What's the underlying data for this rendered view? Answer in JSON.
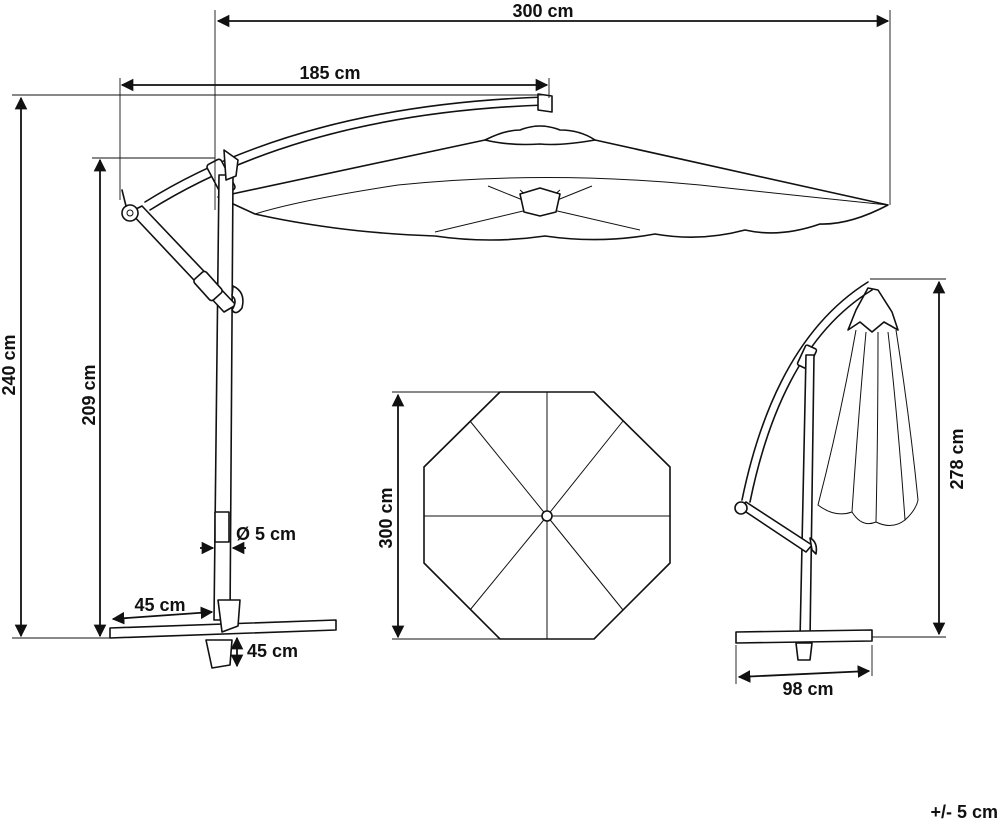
{
  "dimensions": {
    "total_width": "300 cm",
    "arm_reach": "185 cm",
    "total_height": "240 cm",
    "clearance_height": "209 cm",
    "pole_diameter": "Ø 5 cm",
    "base_half_width": "45 cm",
    "base_depth": "45 cm",
    "canopy_diameter": "300 cm",
    "folded_height": "278 cm",
    "folded_base_width": "98 cm",
    "tolerance": "+/- 5 cm"
  }
}
